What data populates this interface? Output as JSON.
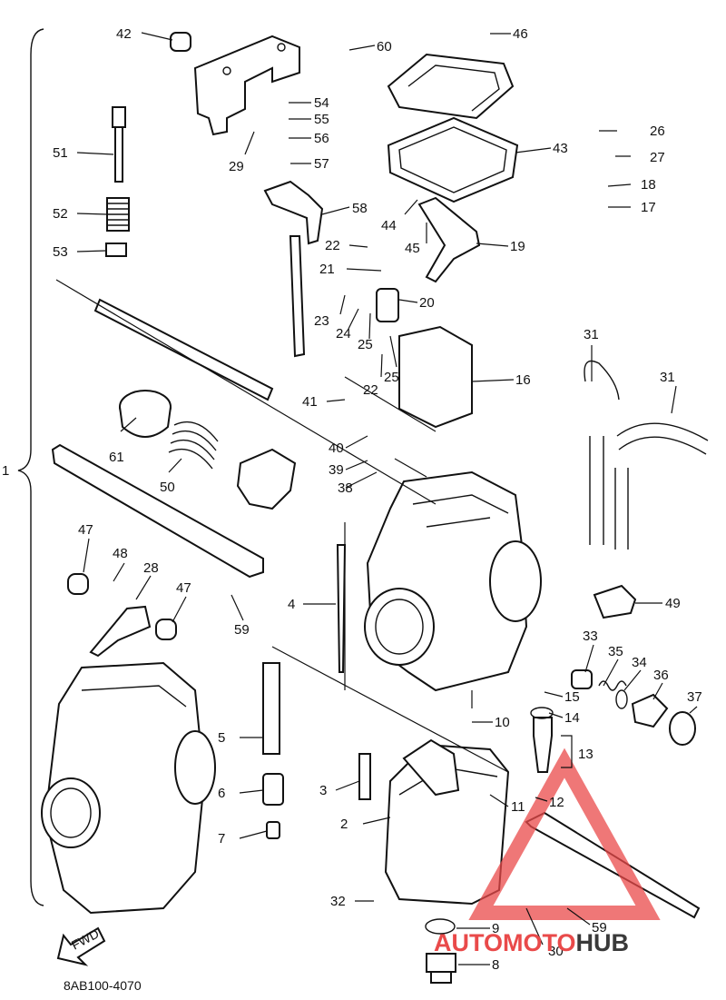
{
  "diagram_code": "8AB100-4070",
  "fwd_label": "FWD",
  "watermark": {
    "part1": "AUTOMOTO",
    "part2": "HUB",
    "accent": "#e94a4a",
    "dark": "#3a3a3a"
  },
  "callouts": [
    "1",
    "2",
    "3",
    "4",
    "5",
    "6",
    "7",
    "8",
    "9",
    "10",
    "11",
    "12",
    "13",
    "14",
    "15",
    "16",
    "17",
    "18",
    "19",
    "20",
    "21",
    "22",
    "22",
    "23",
    "24",
    "25",
    "25",
    "26",
    "27",
    "28",
    "29",
    "30",
    "31",
    "31",
    "32",
    "33",
    "34",
    "35",
    "36",
    "37",
    "38",
    "39",
    "40",
    "41",
    "42",
    "43",
    "44",
    "45",
    "46",
    "47",
    "47",
    "48",
    "49",
    "50",
    "51",
    "52",
    "53",
    "54",
    "55",
    "56",
    "57",
    "58",
    "59",
    "59",
    "60",
    "61"
  ]
}
